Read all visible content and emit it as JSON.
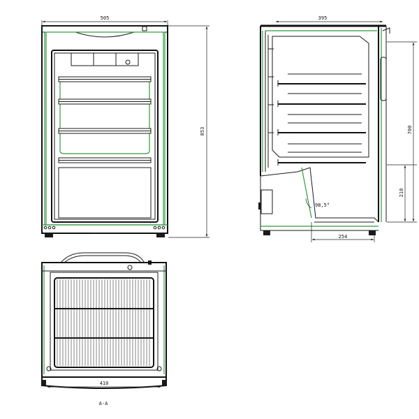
{
  "front_view": {
    "width_label": "505",
    "height_label": "853"
  },
  "side_view": {
    "depth_label": "395",
    "inner_height_label": "700",
    "base_height_label": "210",
    "angle_label": "98,5°",
    "bottom_depth_label": "254"
  },
  "section_view": {
    "width_label": "410",
    "caption": "A-A"
  },
  "colors": {
    "line": "#1a1a1a",
    "accent": "#2f9a3c"
  }
}
